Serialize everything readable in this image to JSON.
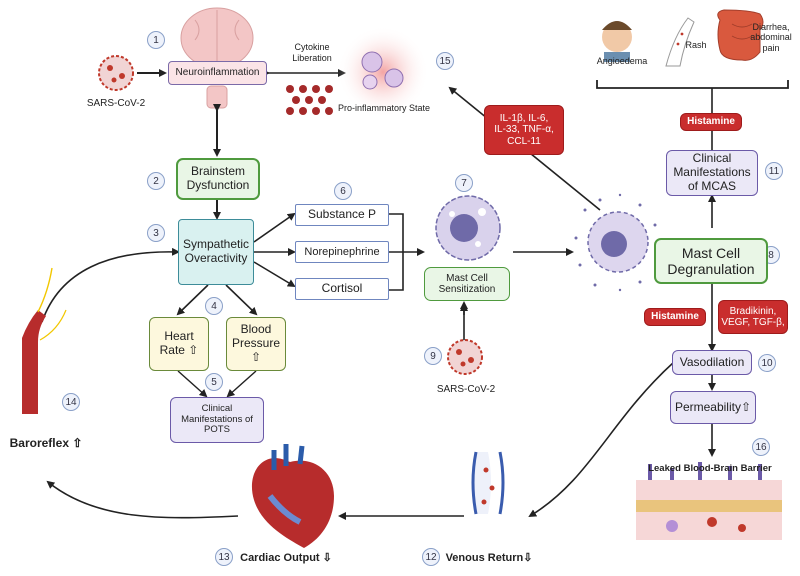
{
  "nodes": {
    "neuroinflammation": "Neuroinflammation",
    "cytokine_liberation": "Cytokine\nLiberation",
    "pro_inflammatory_state": "Pro-inflammatory State",
    "sars_cov2_top": "SARS-CoV-2",
    "brainstem_dysfunction": "Brainstem\nDysfunction",
    "sympathetic_overactivity": "Sympathetic\nOveractivity",
    "substance_p": "Substance P",
    "norepinephrine": "Norepinephrine",
    "cortisol": "Cortisol",
    "heart_rate": "Heart\nRate ⇧",
    "blood_pressure": "Blood\nPressure\n⇧",
    "clinical_pots": "Clinical\nManifestations of\nPOTS",
    "mast_cell_sensitization": "Mast Cell\nSensitization",
    "sars_cov2_bottom": "SARS-CoV-2",
    "cytokine_list": "IL-1β, IL-6,\nIL-33, TNF-α,\nCCL-11",
    "histamine_top": "Histamine",
    "clinical_mcas": "Clinical\nManifestations\nof MCAS",
    "mast_cell_degranulation": "Mast Cell\nDegranulation",
    "histamine_mid": "Histamine",
    "bradykinin": "Bradikinin,\nVEGF, TGF-β,",
    "vasodilation": "Vasodilation",
    "permeability": "Permeability⇧",
    "leaked_bbb": "Leaked Blood-Brain Barrier",
    "angioedema": "Angioedema",
    "rash": "Rash",
    "diarrhea": "Diarrhea,\nabdominal\npain",
    "baroreflex": "Baroreflex ⇧",
    "cardiac_output": "Cardiac Output ⇩",
    "venous_return": "Venous Return⇩"
  },
  "step_numbers": [
    "1",
    "2",
    "3",
    "4",
    "5",
    "6",
    "7",
    "8",
    "9",
    "10",
    "11",
    "12",
    "13",
    "14",
    "15",
    "16"
  ],
  "colors": {
    "arrow": "#222222",
    "red_box": "#c92d2d",
    "green_border": "#4f9a3e",
    "purple_border": "#6b5aa8",
    "virus": "#c0392b"
  },
  "icons": [
    "brain-icon",
    "virus-icon",
    "cytokine-particles-icon",
    "pro-inflammatory-cells-icon",
    "mast-cell-icon",
    "degranulating-mast-cell-icon",
    "face-icon",
    "rash-arm-icon",
    "intestine-icon",
    "blood-vessel-icon",
    "heart-icon",
    "vein-icon",
    "blood-brain-barrier-icon"
  ]
}
